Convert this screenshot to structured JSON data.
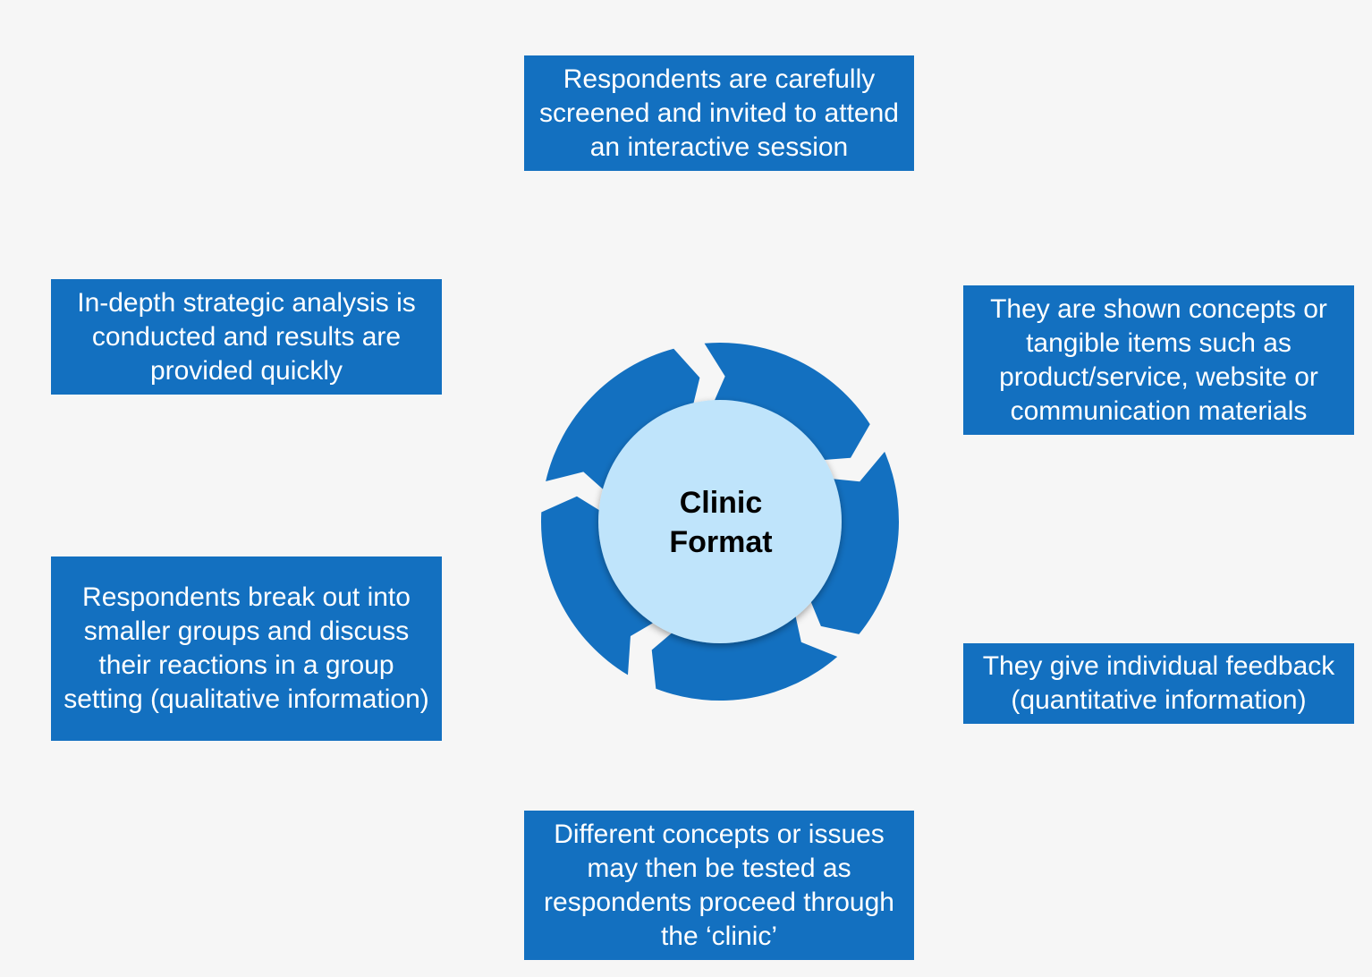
{
  "center": {
    "line1": "Clinic",
    "line2": "Format"
  },
  "steps": [
    "Respondents are carefully screened and invited to attend an interactive session",
    "They are shown concepts or tangible items such as product/service, website or communication materials",
    "They give individual feedback (quantitative information)",
    "Different concepts or issues may then be tested as respondents proceed through the ‘clinic’",
    "Respondents break out into smaller groups and discuss their reactions in a group setting (qualitative information)",
    "In-depth strategic analysis is conducted and results are provided quickly"
  ],
  "colors": {
    "box": "#1370c0",
    "ring": "#1370c0",
    "center_fill": "#bfe4fb",
    "background": "#f6f6f6"
  }
}
